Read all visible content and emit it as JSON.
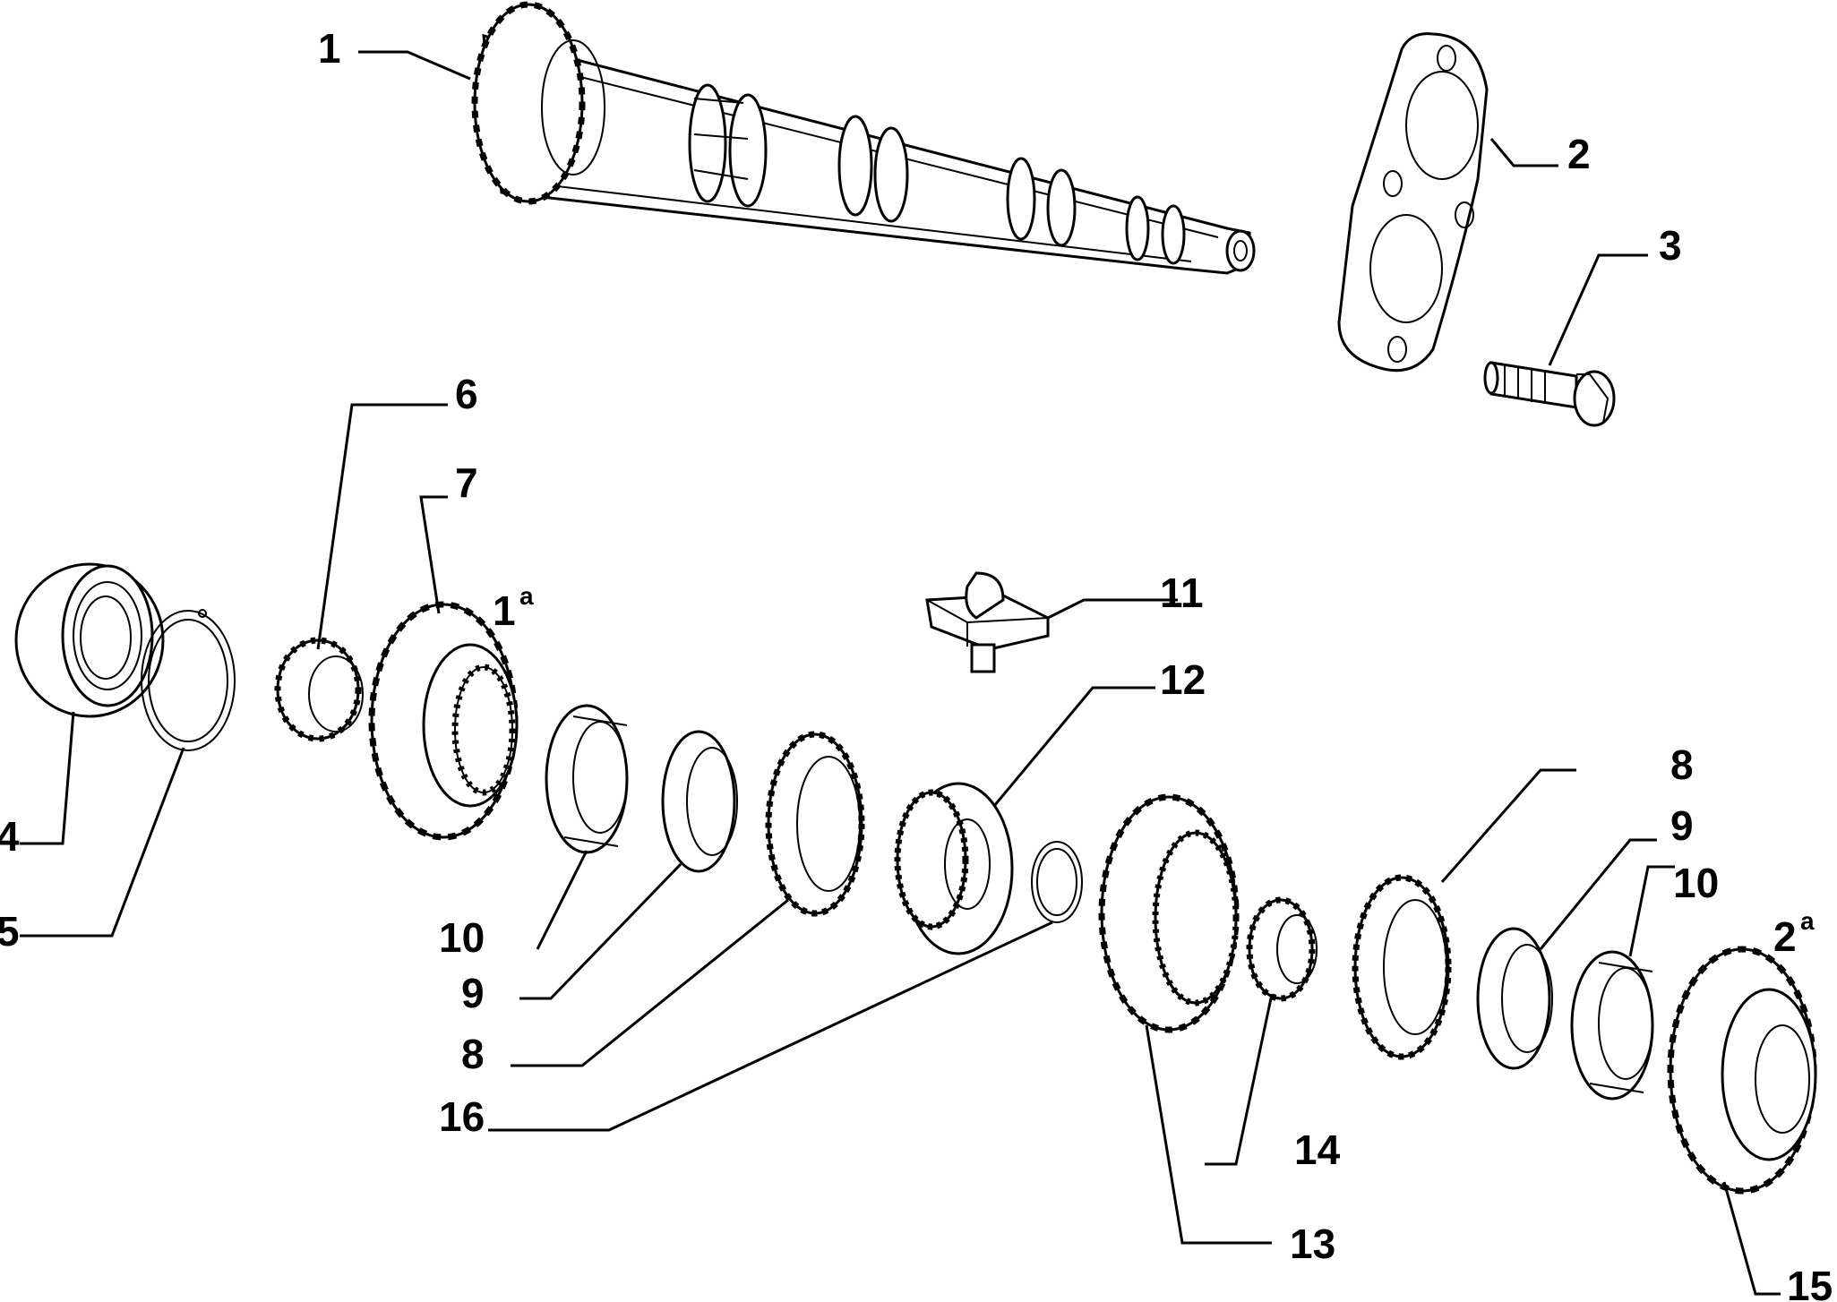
{
  "labels": {
    "p1": "1",
    "p2": "2",
    "p3": "3",
    "p4": "4",
    "p5": "5",
    "p6": "6",
    "p7": "7",
    "p8a": "8",
    "p8b": "8",
    "p9a": "9",
    "p9b": "9",
    "p10a": "10",
    "p10b": "10",
    "p11": "11",
    "p12": "12",
    "p13": "13",
    "p14": "14",
    "p15": "15",
    "p16": "16"
  },
  "gear_marks": {
    "first": {
      "num": "1",
      "sup": "a"
    },
    "second": {
      "num": "2",
      "sup": "a"
    }
  }
}
